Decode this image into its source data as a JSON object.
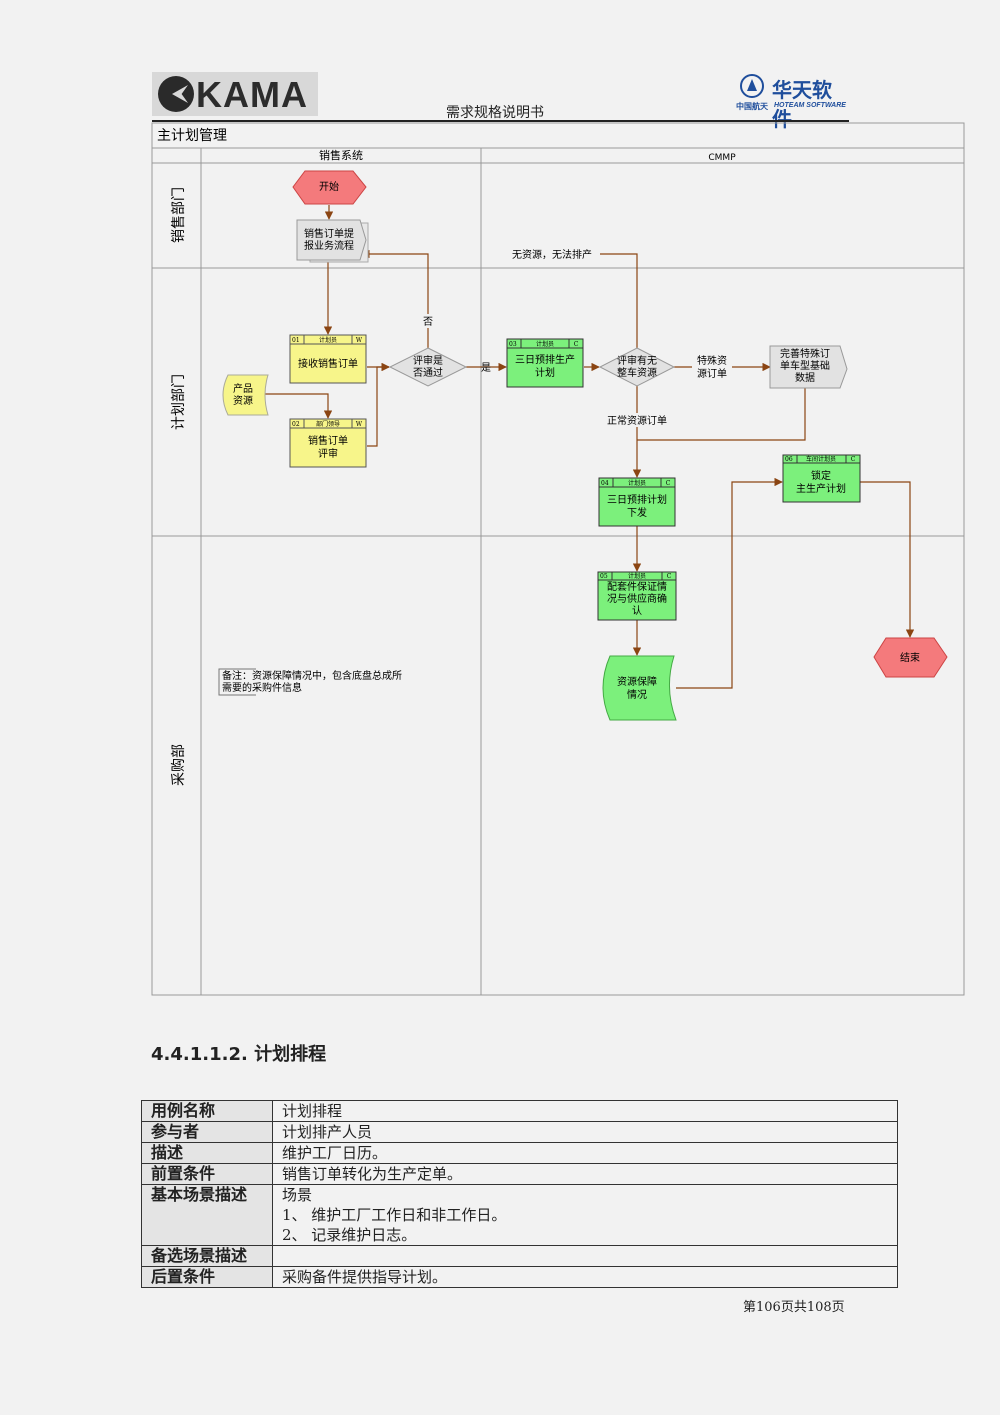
{
  "header": {
    "left_logo_text": "KAMA",
    "right_logo_cn": "华天软件",
    "right_logo_sub_cn": "中国航天",
    "right_logo_sub_en": "HOTEAM SOFTWARE",
    "title": "需求规格说明书"
  },
  "diagram": {
    "title": "主计划管理",
    "columns": [
      "销售系统",
      "CMMP"
    ],
    "lanes": [
      "销售部门",
      "计划部门",
      "采购部"
    ],
    "nodes": {
      "start": "开始",
      "end": "结束",
      "sales_order": [
        "销售订单提",
        "报业务流程"
      ],
      "product_resource": [
        "产品",
        "资源"
      ],
      "receive_order": {
        "id": "01",
        "role": "计划员",
        "flag": "W",
        "lines": [
          "接收销售订单"
        ]
      },
      "order_review": {
        "id": "02",
        "role": "部门领导",
        "flag": "W",
        "lines": [
          "销售订单",
          "评审"
        ]
      },
      "review_pass": [
        "评审是",
        "否通过"
      ],
      "three_day_plan": {
        "id": "03",
        "role": "计划员",
        "flag": "C",
        "lines": [
          "三日预排生产",
          "计划"
        ]
      },
      "resource_check": [
        "评审有无",
        "整车资源"
      ],
      "special_order": [
        "特殊资",
        "源订单"
      ],
      "improve_data": [
        "完善特殊订",
        "单车型基础",
        "数据"
      ],
      "issue_plan": {
        "id": "04",
        "role": "计划员",
        "flag": "C",
        "lines": [
          "三日预排计划",
          "下发"
        ]
      },
      "confirm_supply": {
        "id": "05",
        "role": "计划员",
        "flag": "C",
        "lines": [
          "配套件保证情",
          "况与供应商确",
          "认"
        ]
      },
      "lock_plan": {
        "id": "06",
        "role": "车间计划员",
        "flag": "C",
        "lines": [
          "锁定",
          "主生产计划"
        ]
      },
      "resource_status": [
        "资源保障",
        "情况"
      ],
      "note": [
        "备注：资源保障情况中，包含底盘总成所",
        "需要的采购件信息"
      ]
    },
    "edge_labels": {
      "no_resource": "无资源，无法排产",
      "no": "否",
      "yes": "是",
      "normal_order": "正常资源订单"
    },
    "colors": {
      "start_end": "#f47a7c",
      "yellow": "#f7f58a",
      "green": "#7cf07c",
      "gray": "#e2e2e2",
      "arrow": "#8b4513"
    }
  },
  "section": {
    "number": "4.4.1.1.2.",
    "title": "计划排程"
  },
  "use_case": [
    {
      "label": "用例名称",
      "lines": [
        "计划排程"
      ]
    },
    {
      "label": "参与者",
      "lines": [
        "计划排产人员"
      ]
    },
    {
      "label": "描述",
      "lines": [
        "维护工厂日历。"
      ]
    },
    {
      "label": "前置条件",
      "lines": [
        "销售订单转化为生产定单。"
      ]
    },
    {
      "label": "基本场景描述",
      "lines": [
        "场景",
        "1、 维护工厂工作日和非工作日。",
        "2、 记录维护日志。"
      ]
    },
    {
      "label": "备选场景描述",
      "lines": [
        ""
      ]
    },
    {
      "label": "后置条件",
      "lines": [
        "采购备件提供指导计划。"
      ]
    }
  ],
  "footer": "第106页共108页"
}
